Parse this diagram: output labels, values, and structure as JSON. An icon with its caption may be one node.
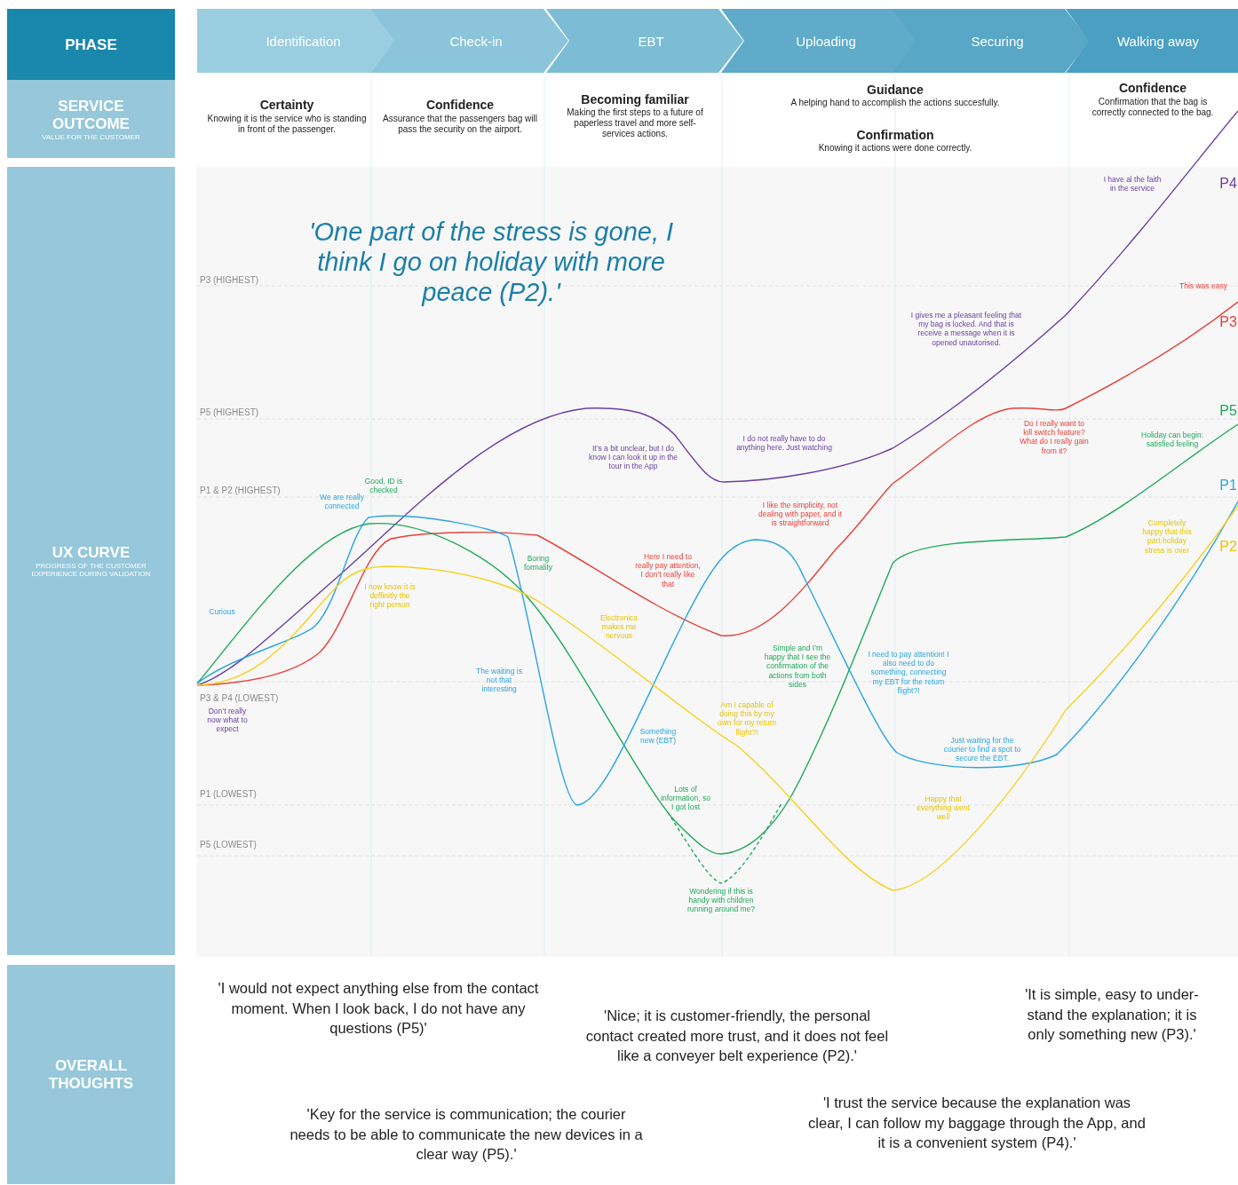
{
  "diagram": {
    "nodes": [
      {
        "text": [
          "PHASE"
        ]
      },
      {
        "text": [
          "Identification"
        ]
      },
      {
        "text": [
          "Check-in"
        ]
      },
      {
        "text": [
          "EBT"
        ]
      },
      {
        "text": [
          "Uploading"
        ]
      },
      {
        "text": [
          "Securing"
        ]
      },
      {
        "text": [
          "Walking away"
        ]
      },
      {
        "text": [
          "SERVICE OUTCOME",
          "VALUE FOR THE CUSTOMER"
        ]
      },
      {
        "text": [
          "UX CURVE",
          "PROGRESS OF THE CUSTOMER EXPERIENCE DURING VALIDATION"
        ]
      },
      {
        "text": [
          "OVERALL THOUGHTS"
        ]
      }
    ],
    "edges": [],
    "labels": [
      "Certainty",
      "Knowing it is the service who is standing in front of the passenger.",
      "Confidence",
      "Assurance that the passengers bag will pass the security on the airport.",
      "Becoming familiar",
      "Making the first steps to a future of paperless travel and more self-services actions.",
      "Guidance",
      "A helping hand to accomplish the actions succesfully.",
      "Confirmation",
      "Knowing it actions were done correctly.",
      "Confidence",
      "Confirmation that the bag is correctly connected to the bag.",
      "'One part of the stress is gone, I think I go on holiday with more peace (P2).'",
      "I have al the faith in the service",
      "P4",
      "P3 (HIGHEST)",
      "This was easy",
      "I gives me a pleasant feeling that my bag is locked. And that is receive a message when it is opened unautorised.",
      "P3",
      "P5 (HIGHEST)",
      "P5",
      "Do I really want to kill switch feature? What do I really gain from it?",
      "Holiday can begin: satisfied feeling",
      "I do not really have to do anything here. Just watching",
      "It’s a bit unclear, but I do know I can look it up in the tour in the App",
      "Good, ID is checked",
      "P1",
      "P1 & P2 (HIGHEST)",
      "We are really connected",
      "I like the simplicity, not dealing with paper, and it is straightforward",
      "Completely happy that this part holiday stress is over",
      "P2",
      "Here I need to really pay attention, I don’t really like that",
      "Boring formality",
      "I now know it is deffinitly the right person",
      "Curious",
      "Electronica makes me nervous",
      "Simple and I’m happy that I see the confirmation of the actions from both sides",
      "I need to pay attention! I also need to do something, connecting my EBT for the return flight?!",
      "The waiting is not that interesting",
      "P3 & P4 (LOWEST)",
      "Am I capable of doing this by my own for my return flight?!",
      "Don’t really now what to expect",
      "Something new (EBT)",
      "Just waiting for the courier to find a spot to secure the EBT.",
      "Lots of information, so I got lost",
      "P1 (LOWEST)",
      "Happy that everything went well",
      "P5 (LOWEST)",
      "Wondering if this is handy with children running around me?",
      "'I would not expect anything else from the contact moment. When I look back, I do not have any questions (P5)'",
      "'It is simple, easy to under-stand the explanation; it is only something new (P3).'",
      "'Nice; it is customer-friendly, the personal contact created more trust, and it does not feel like a conveyer belt experience (P2).'",
      "'I trust the service because the explanation was clear, I can follow my baggage through the App, and it is a convenient system (P4).'",
      "'Key for the service is communication; the courier needs to be able to communicate the new devices in a clear way (P5).'"
    ]
  }
}
